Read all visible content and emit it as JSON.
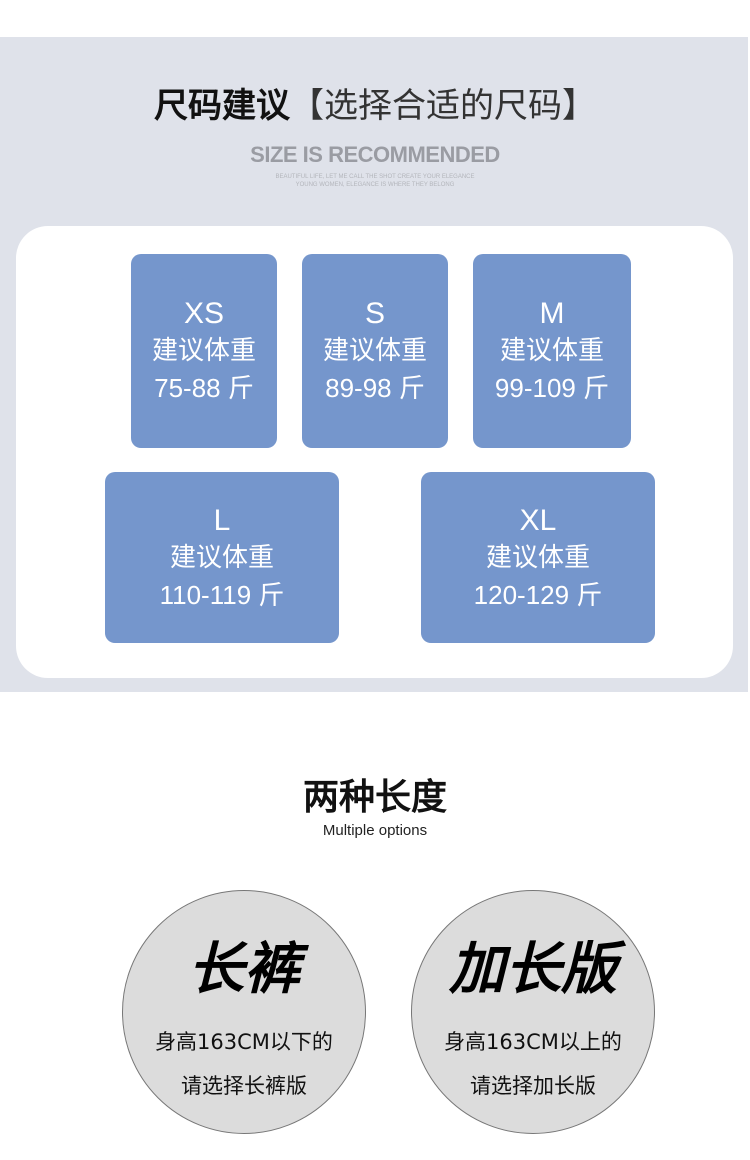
{
  "header": {
    "title_bold": "尺码建议",
    "title_bracket": "【选择合适的尺码】",
    "subtitle": "SIZE IS RECOMMENDED",
    "tagline1": "BEAUTIFUL LIFE, LET ME CALL THE SHOT CREATE YOUR ELEGANCE",
    "tagline2": "YOUNG WOMEN, ELEGANCE IS WHERE THEY BELONG"
  },
  "sizes": [
    {
      "size": "XS",
      "label": "建议体重",
      "weight": "75-88 斤"
    },
    {
      "size": "S",
      "label": "建议体重",
      "weight": "89-98 斤"
    },
    {
      "size": "M",
      "label": "建议体重",
      "weight": "99-109 斤"
    },
    {
      "size": "L",
      "label": "建议体重",
      "weight": "110-119 斤"
    },
    {
      "size": "XL",
      "label": "建议体重",
      "weight": "120-129 斤"
    }
  ],
  "lengths": {
    "title": "两种长度",
    "subtitle": "Multiple options",
    "options": [
      {
        "name": "长裤",
        "line1": "身高163CM以下的",
        "line2": "请选择长裤版"
      },
      {
        "name": "加长版",
        "line1": "身高163CM以上的",
        "line2": "请选择加长版"
      }
    ]
  },
  "colors": {
    "box": "#7596cc",
    "band": "#dfe2ea",
    "circle": "#dcdcdc"
  }
}
